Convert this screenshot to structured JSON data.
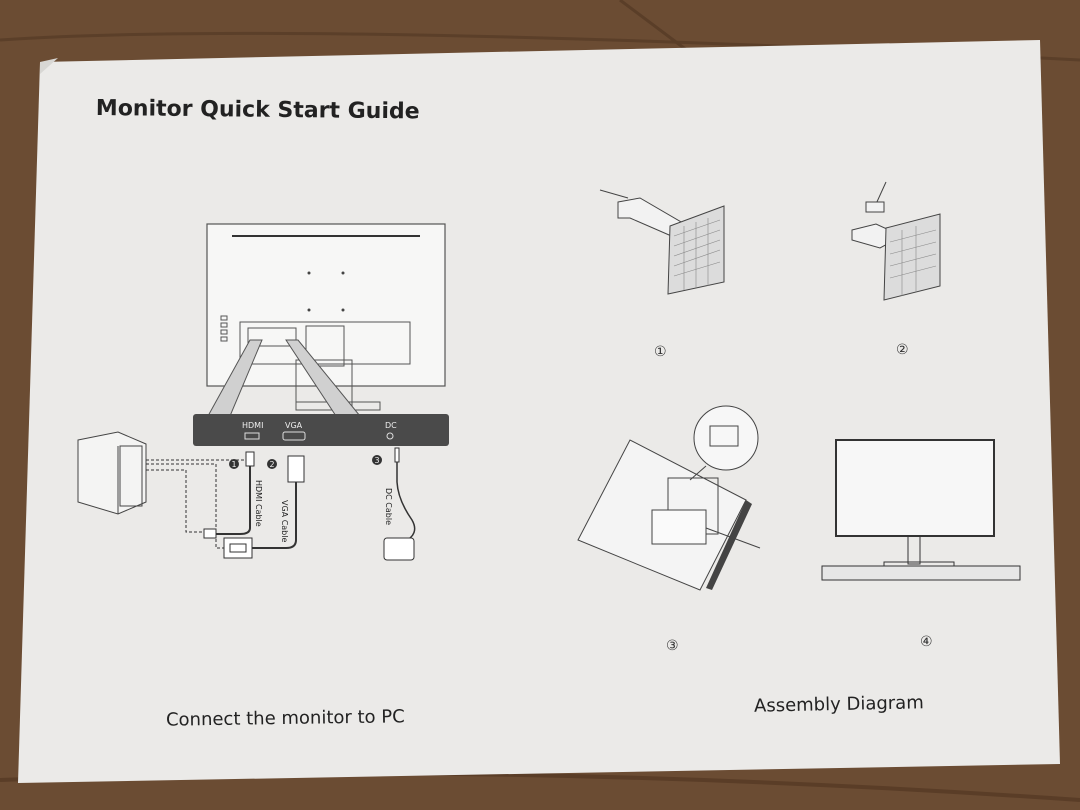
{
  "document": {
    "title": "Monitor Quick Start Guide",
    "connect_caption": "Connect the monitor to PC",
    "assembly_caption": "Assembly Diagram"
  },
  "connection_diagram": {
    "ports": [
      "HDMI",
      "VGA",
      "DC"
    ],
    "cables": [
      {
        "number": "1",
        "label": "HDMI Cable"
      },
      {
        "number": "2",
        "label": "VGA Cable"
      },
      {
        "number": "3",
        "label": "DC Cable"
      }
    ]
  },
  "assembly_steps": [
    "①",
    "②",
    "③",
    "④"
  ],
  "colors": {
    "paper": "#efeeec",
    "ink": "#222222",
    "panel": "#4a4a4a",
    "wood": "#6e4f35"
  }
}
